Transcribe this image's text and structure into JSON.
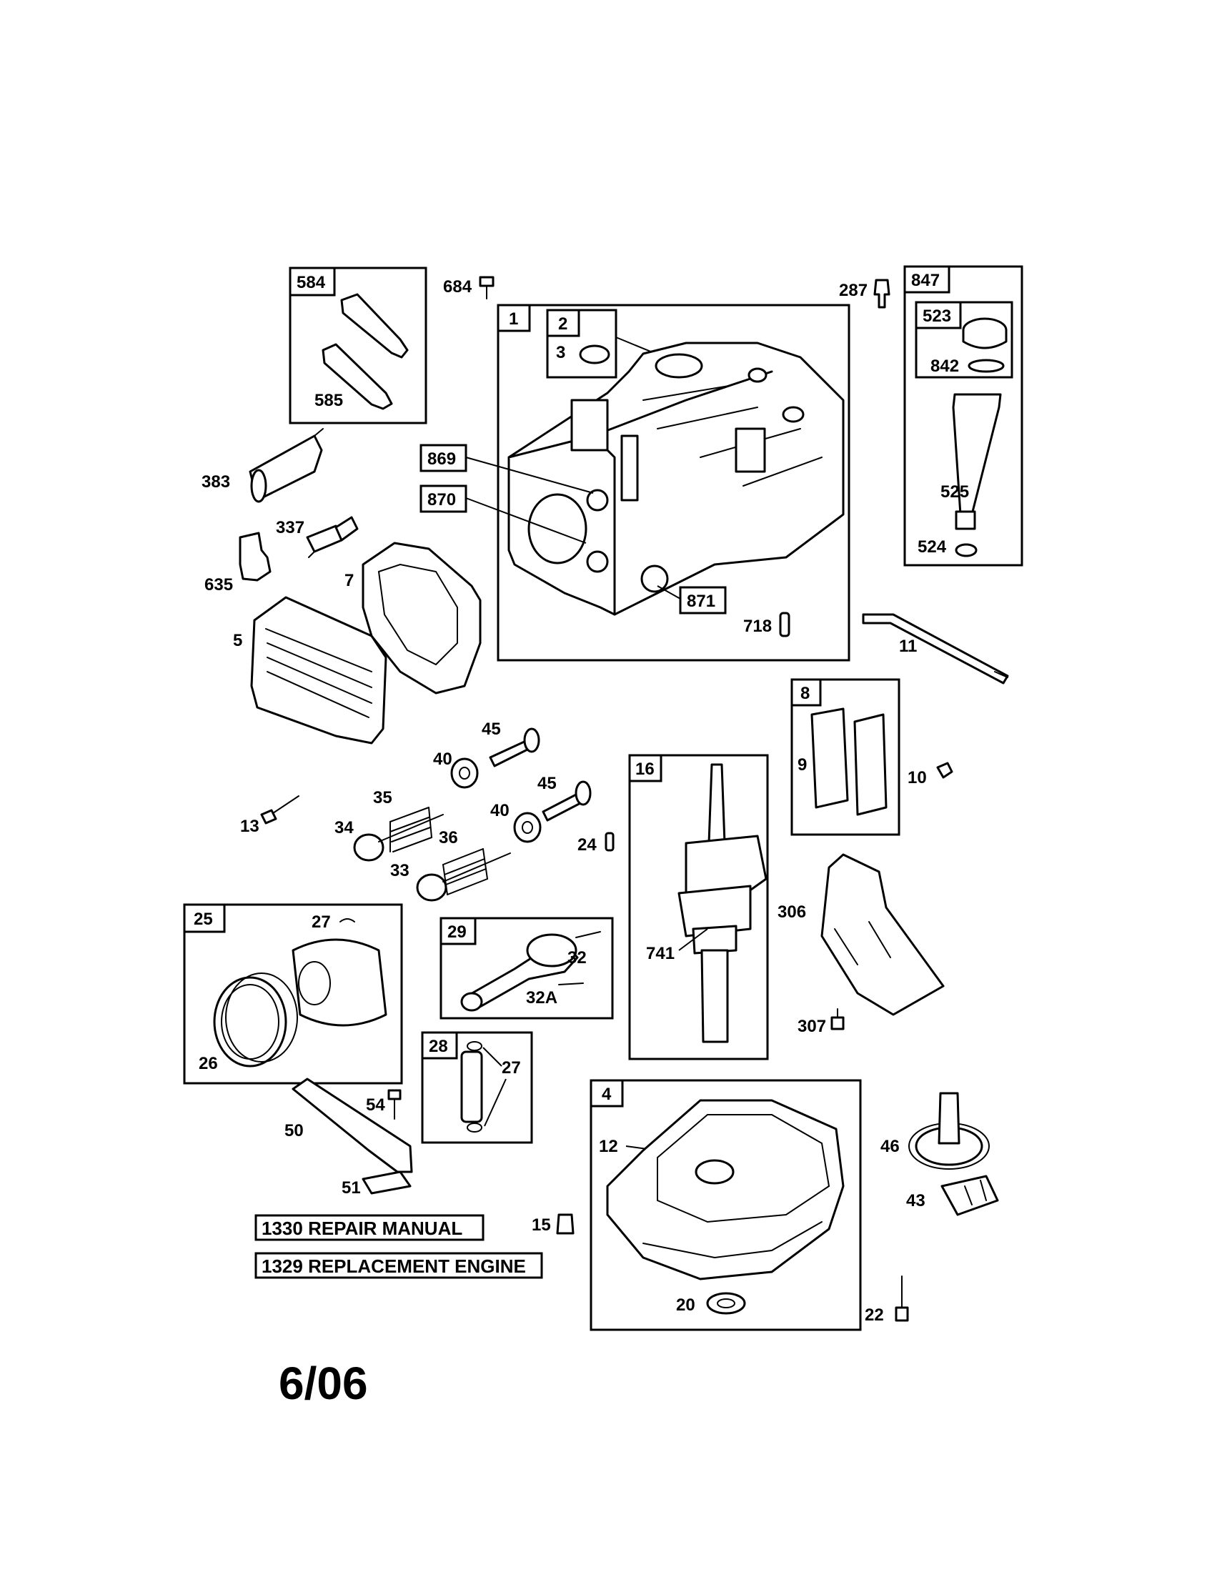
{
  "labels": {
    "l584": "584",
    "l585": "585",
    "l684": "684",
    "l287": "287",
    "l847": "847",
    "l523": "523",
    "l842": "842",
    "l525": "525",
    "l524": "524",
    "l1": "1",
    "l2": "2",
    "l3": "3",
    "l869": "869",
    "l870": "870",
    "l871": "871",
    "l718": "718",
    "l383": "383",
    "l337": "337",
    "l635": "635",
    "l7": "7",
    "l5": "5",
    "l11": "11",
    "l8": "8",
    "l9": "9",
    "l10": "10",
    "l45a": "45",
    "l40a": "40",
    "l45b": "45",
    "l40b": "40",
    "l35": "35",
    "l34": "34",
    "l13": "13",
    "l36": "36",
    "l33": "33",
    "l24": "24",
    "l16": "16",
    "l741": "741",
    "l306": "306",
    "l307": "307",
    "l25": "25",
    "l27a": "27",
    "l26": "26",
    "l29": "29",
    "l32": "32",
    "l32A": "32A",
    "l28": "28",
    "l27b": "27",
    "l54": "54",
    "l50": "50",
    "l51": "51",
    "l4": "4",
    "l12": "12",
    "l15": "15",
    "l20": "20",
    "l46": "46",
    "l43": "43",
    "l22": "22"
  },
  "notes": {
    "repair_manual": "1330 REPAIR MANUAL",
    "replacement_engine": "1329 REPLACEMENT ENGINE"
  },
  "date_code": "6/06"
}
